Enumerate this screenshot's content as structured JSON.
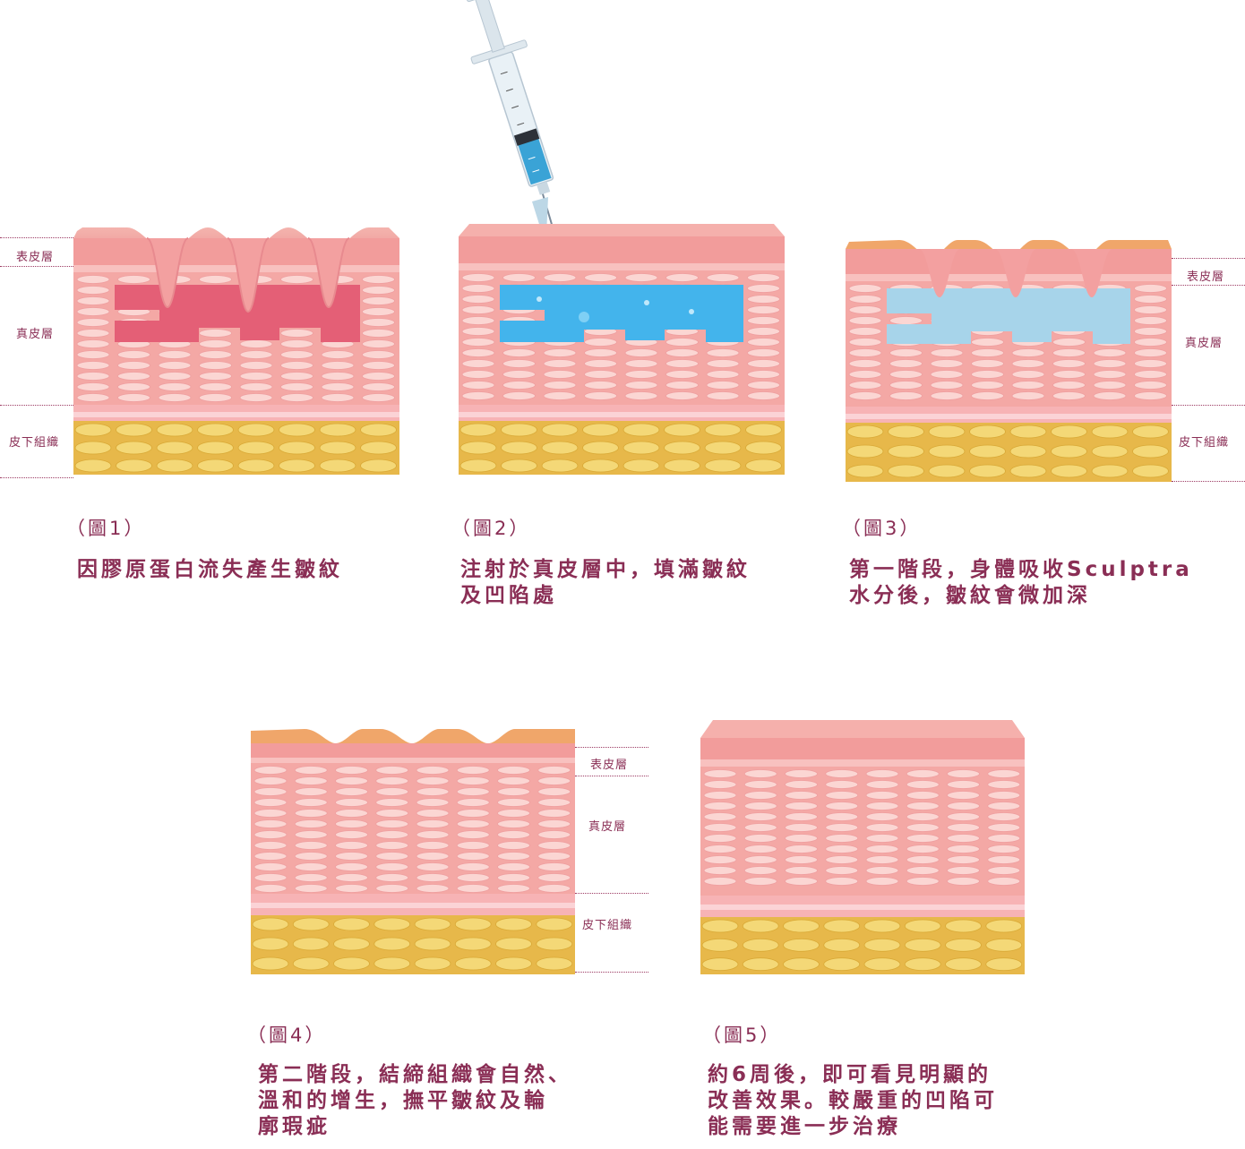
{
  "layers": {
    "epidermis": "表皮層",
    "dermis": "真皮層",
    "subcutaneous": "皮下組織"
  },
  "figures": [
    {
      "num": "（圖1）",
      "caption": [
        "因膠原蛋白流失產生皺紋"
      ]
    },
    {
      "num": "（圖2）",
      "caption": [
        "注射於真皮層中，填滿皺紋",
        "及凹陷處"
      ]
    },
    {
      "num": "（圖3）",
      "caption": [
        "第一階段，身體吸收Sculptra",
        "水分後，皺紋會微加深"
      ]
    },
    {
      "num": "（圖4）",
      "caption": [
        "第二階段，結締組織會自然、",
        "溫和的增生，撫平皺紋及輪",
        "廓瑕疵"
      ]
    },
    {
      "num": "（圖5）",
      "caption": [
        "約6周後，即可看見明顯的",
        "改善效果。較嚴重的凹陷可",
        "能需要進一步治療"
      ]
    }
  ],
  "colors": {
    "skin": "#f1a7a6",
    "cell": "#fbd6d3",
    "fat": "#edc64e",
    "wrinkle_gap": "#e56278",
    "filler": "#3ab0ea",
    "text": "#8a2e55"
  },
  "icons": {
    "syringe": "syringe-icon"
  }
}
